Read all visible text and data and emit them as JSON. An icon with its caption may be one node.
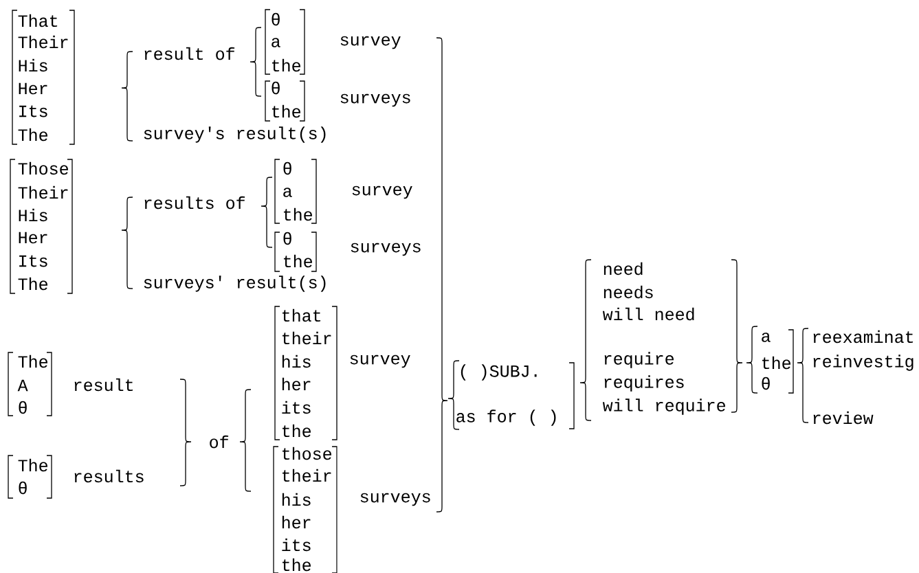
{
  "diagram": {
    "labels": [
      "That",
      "Their",
      "His",
      "Her",
      "Its",
      "The",
      "result of",
      "θ",
      "a",
      "the",
      "survey",
      "θ",
      "the",
      "surveys",
      "survey's result(s)",
      "Those",
      "Their",
      "His",
      "Her",
      "Its",
      "The",
      "results of",
      "θ",
      "a",
      "the",
      "survey",
      "θ",
      "the",
      "surveys",
      "surveys' result(s)",
      "The",
      "A",
      "θ",
      "result",
      "The",
      "θ",
      "results",
      "of",
      "that",
      "their",
      "his",
      "her",
      "its",
      "the",
      "survey",
      "those",
      "their",
      "his",
      "her",
      "its",
      "the",
      "surveys",
      "( )SUBJ.",
      "as for ( )",
      "need",
      "needs",
      "will need",
      "require",
      "requires",
      "will require",
      "a",
      "the",
      "θ",
      "reexaminat",
      "reinvestig",
      "review"
    ]
  }
}
